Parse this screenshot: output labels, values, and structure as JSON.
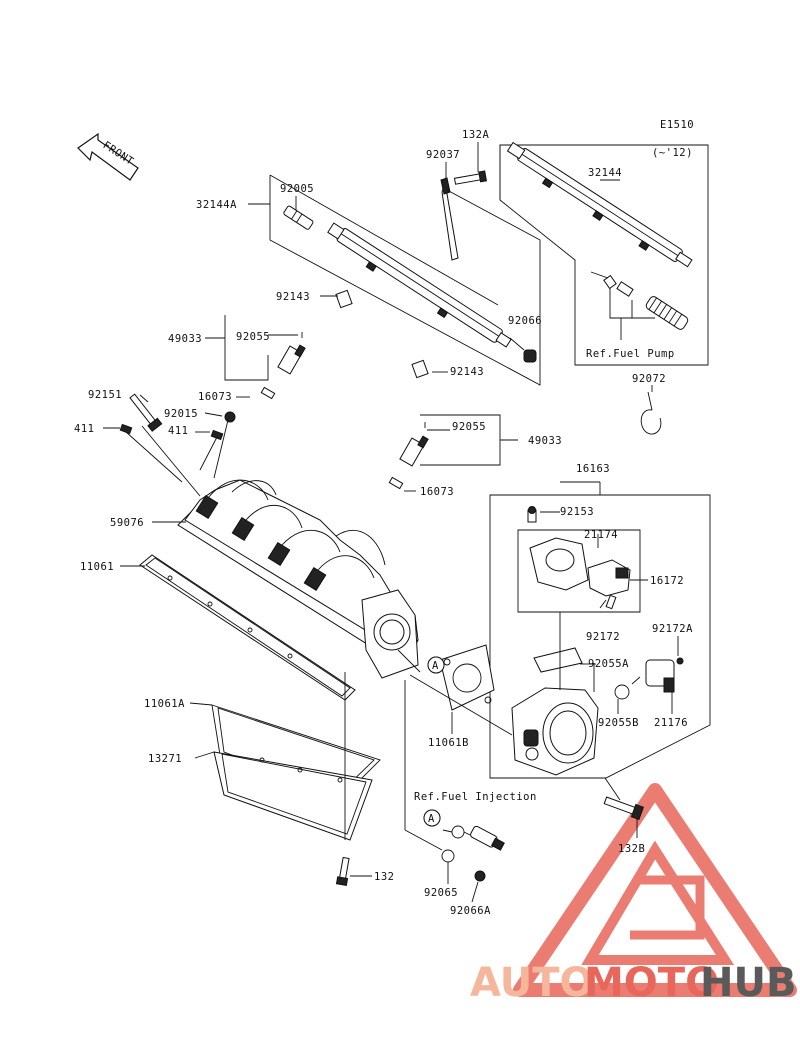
{
  "diagram_code": "E1510",
  "front_label": "FRONT",
  "year_note": "(~'12)",
  "refs": {
    "fuel_pump": "Ref.Fuel Pump",
    "fuel_injection": "Ref.Fuel Injection"
  },
  "marker": "A",
  "labels": {
    "l132A": "132A",
    "l92037": "92037",
    "l32144": "32144",
    "l92005": "92005",
    "l32144A": "32144A",
    "l92143a": "92143",
    "l92066": "92066",
    "l49033a": "49033",
    "l92055a": "92055",
    "l92143b": "92143",
    "l92072": "92072",
    "l92151": "92151",
    "l16073a": "16073",
    "l92015": "92015",
    "l411a": "411",
    "l411b": "411",
    "l92055b": "92055",
    "l49033b": "49033",
    "l16073b": "16073",
    "l16163": "16163",
    "l59076": "59076",
    "l92153": "92153",
    "l21174": "21174",
    "l11061": "11061",
    "l16172": "16172",
    "l92172": "92172",
    "l92172A": "92172A",
    "l92055A": "92055A",
    "l92055B": "92055B",
    "l21176": "21176",
    "l11061B": "11061B",
    "l11061A": "11061A",
    "l13271": "13271",
    "l132B": "132B",
    "l132": "132",
    "l92065": "92065",
    "l92066A": "92066A"
  },
  "watermark": {
    "part1": "AUTO",
    "part2": "MOTO",
    "part3": "HUB",
    "color_light": "#f6b69c",
    "color_mid": "#e8665a",
    "color_dark": "#5a5a5a"
  }
}
